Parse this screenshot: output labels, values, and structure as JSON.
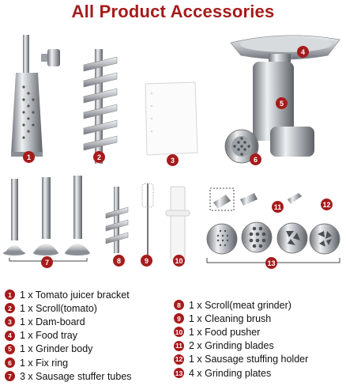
{
  "title": "All Product Accessories",
  "accent_color": "#a61b1b",
  "callouts": [
    "1",
    "2",
    "3",
    "4",
    "5",
    "6",
    "7",
    "8",
    "9",
    "10",
    "11",
    "12",
    "13"
  ],
  "legend_left": [
    {
      "num": "1",
      "text": "1 x Tomato juicer bracket"
    },
    {
      "num": "2",
      "text": "1 x Scroll(tomato)"
    },
    {
      "num": "3",
      "text": "1 x Dam-board"
    },
    {
      "num": "4",
      "text": "1 x Food tray"
    },
    {
      "num": "5",
      "text": "1 x Grinder body"
    },
    {
      "num": "6",
      "text": "1 x Fix ring"
    },
    {
      "num": "7",
      "text": "3 x Sausage stuffer tubes"
    }
  ],
  "legend_right": [
    {
      "num": "8",
      "text": "1 x Scroll(meat grinder)"
    },
    {
      "num": "9",
      "text": "1 x Cleaning brush"
    },
    {
      "num": "10",
      "text": "1 x Food pusher"
    },
    {
      "num": "11",
      "text": "2 x Grinding blades"
    },
    {
      "num": "12",
      "text": "1 x Sausage stuffing holder"
    },
    {
      "num": "13",
      "text": "4 x Grinding plates"
    }
  ]
}
